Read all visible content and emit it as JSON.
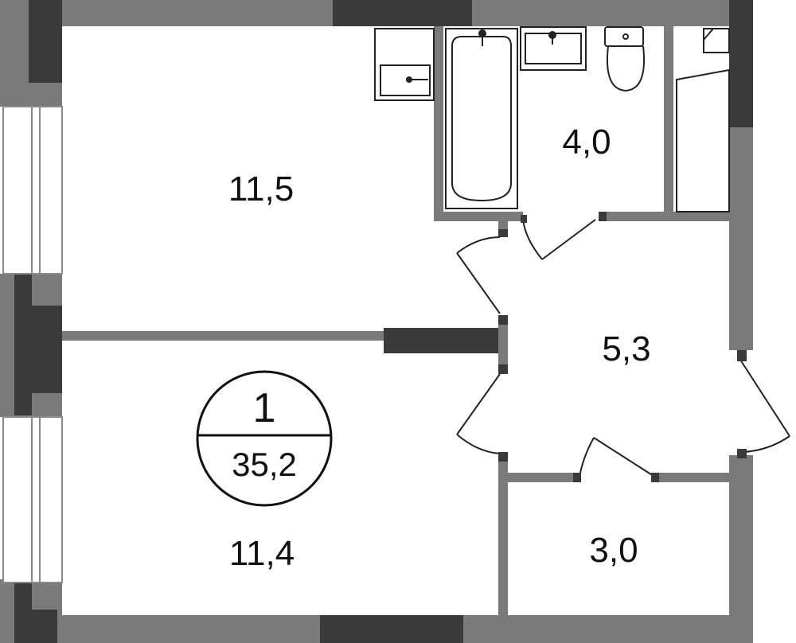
{
  "plan": {
    "rooms_count": "1",
    "total_area": "35,2",
    "rooms": [
      {
        "id": "living-room",
        "area": "11,5"
      },
      {
        "id": "bedroom",
        "area": "11,4"
      },
      {
        "id": "bathroom",
        "area": "4,0"
      },
      {
        "id": "hallway",
        "area": "5,3"
      },
      {
        "id": "storage",
        "area": "3,0"
      }
    ]
  },
  "colors": {
    "wall": "#7a7a7a",
    "bearing_wall": "#3a3a3a",
    "fixture_stroke": "#222222",
    "window_frame": "#8a8a8a"
  },
  "icons": [
    "bathtub-icon",
    "sink-icon",
    "toilet-icon",
    "washing-machine-icon",
    "shower-icon"
  ]
}
